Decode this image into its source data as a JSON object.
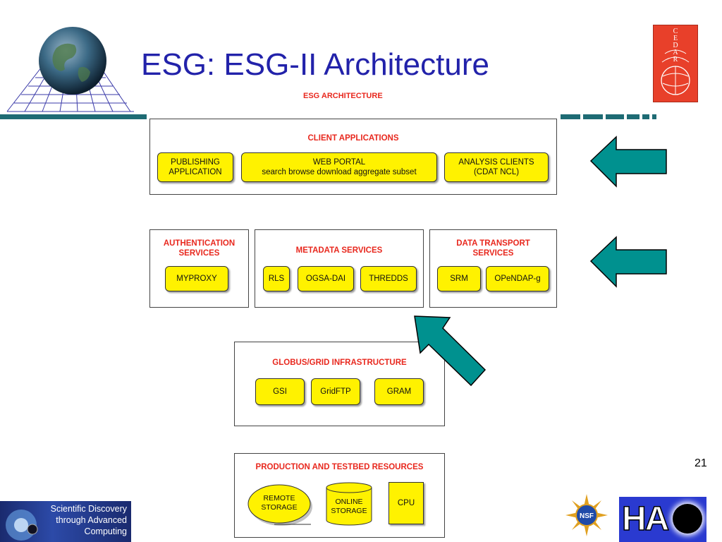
{
  "slide": {
    "title": "ESG: ESG-II Architecture",
    "diagram_title": "ESG ARCHITECTURE",
    "page_number": "21"
  },
  "client": {
    "heading": "CLIENT APPLICATIONS",
    "publishing": [
      "PUBLISHING",
      "APPLICATION"
    ],
    "portal": [
      "WEB PORTAL",
      "search browse download aggregate subset"
    ],
    "analysis": [
      "ANALYSIS CLIENTS",
      "(CDAT NCL)"
    ]
  },
  "auth": {
    "heading": [
      "AUTHENTICATION",
      "SERVICES"
    ],
    "items": [
      "MYPROXY"
    ]
  },
  "metadata": {
    "heading": "METADATA SERVICES",
    "items": [
      "RLS",
      "OGSA-DAI",
      "THREDDS"
    ]
  },
  "transport": {
    "heading": [
      "DATA TRANSPORT",
      "SERVICES"
    ],
    "items": [
      "SRM",
      "OPeNDAP-g"
    ]
  },
  "globus": {
    "heading": "GLOBUS/GRID INFRASTRUCTURE",
    "items": [
      "GSI",
      "GridFTP",
      "GRAM"
    ]
  },
  "production": {
    "heading": "PRODUCTION AND TESTBED RESOURCES",
    "remote": [
      "REMOTE",
      "STORAGE"
    ],
    "online": [
      "ONLINE",
      "STORAGE"
    ],
    "cpu": "CPU"
  },
  "logos": {
    "cedar_letters": [
      "C",
      "E",
      "D",
      "A",
      "R"
    ],
    "scidac_lines": [
      "Scientific Discovery",
      "through Advanced",
      "Computing"
    ],
    "nsf": "NSF",
    "hao": "HA"
  },
  "colors": {
    "title": "#2222aa",
    "heading_red": "#e8281e",
    "box_yellow": "#fff200",
    "arrow_teal": "#00918f",
    "bar_teal": "#1e6b74"
  }
}
